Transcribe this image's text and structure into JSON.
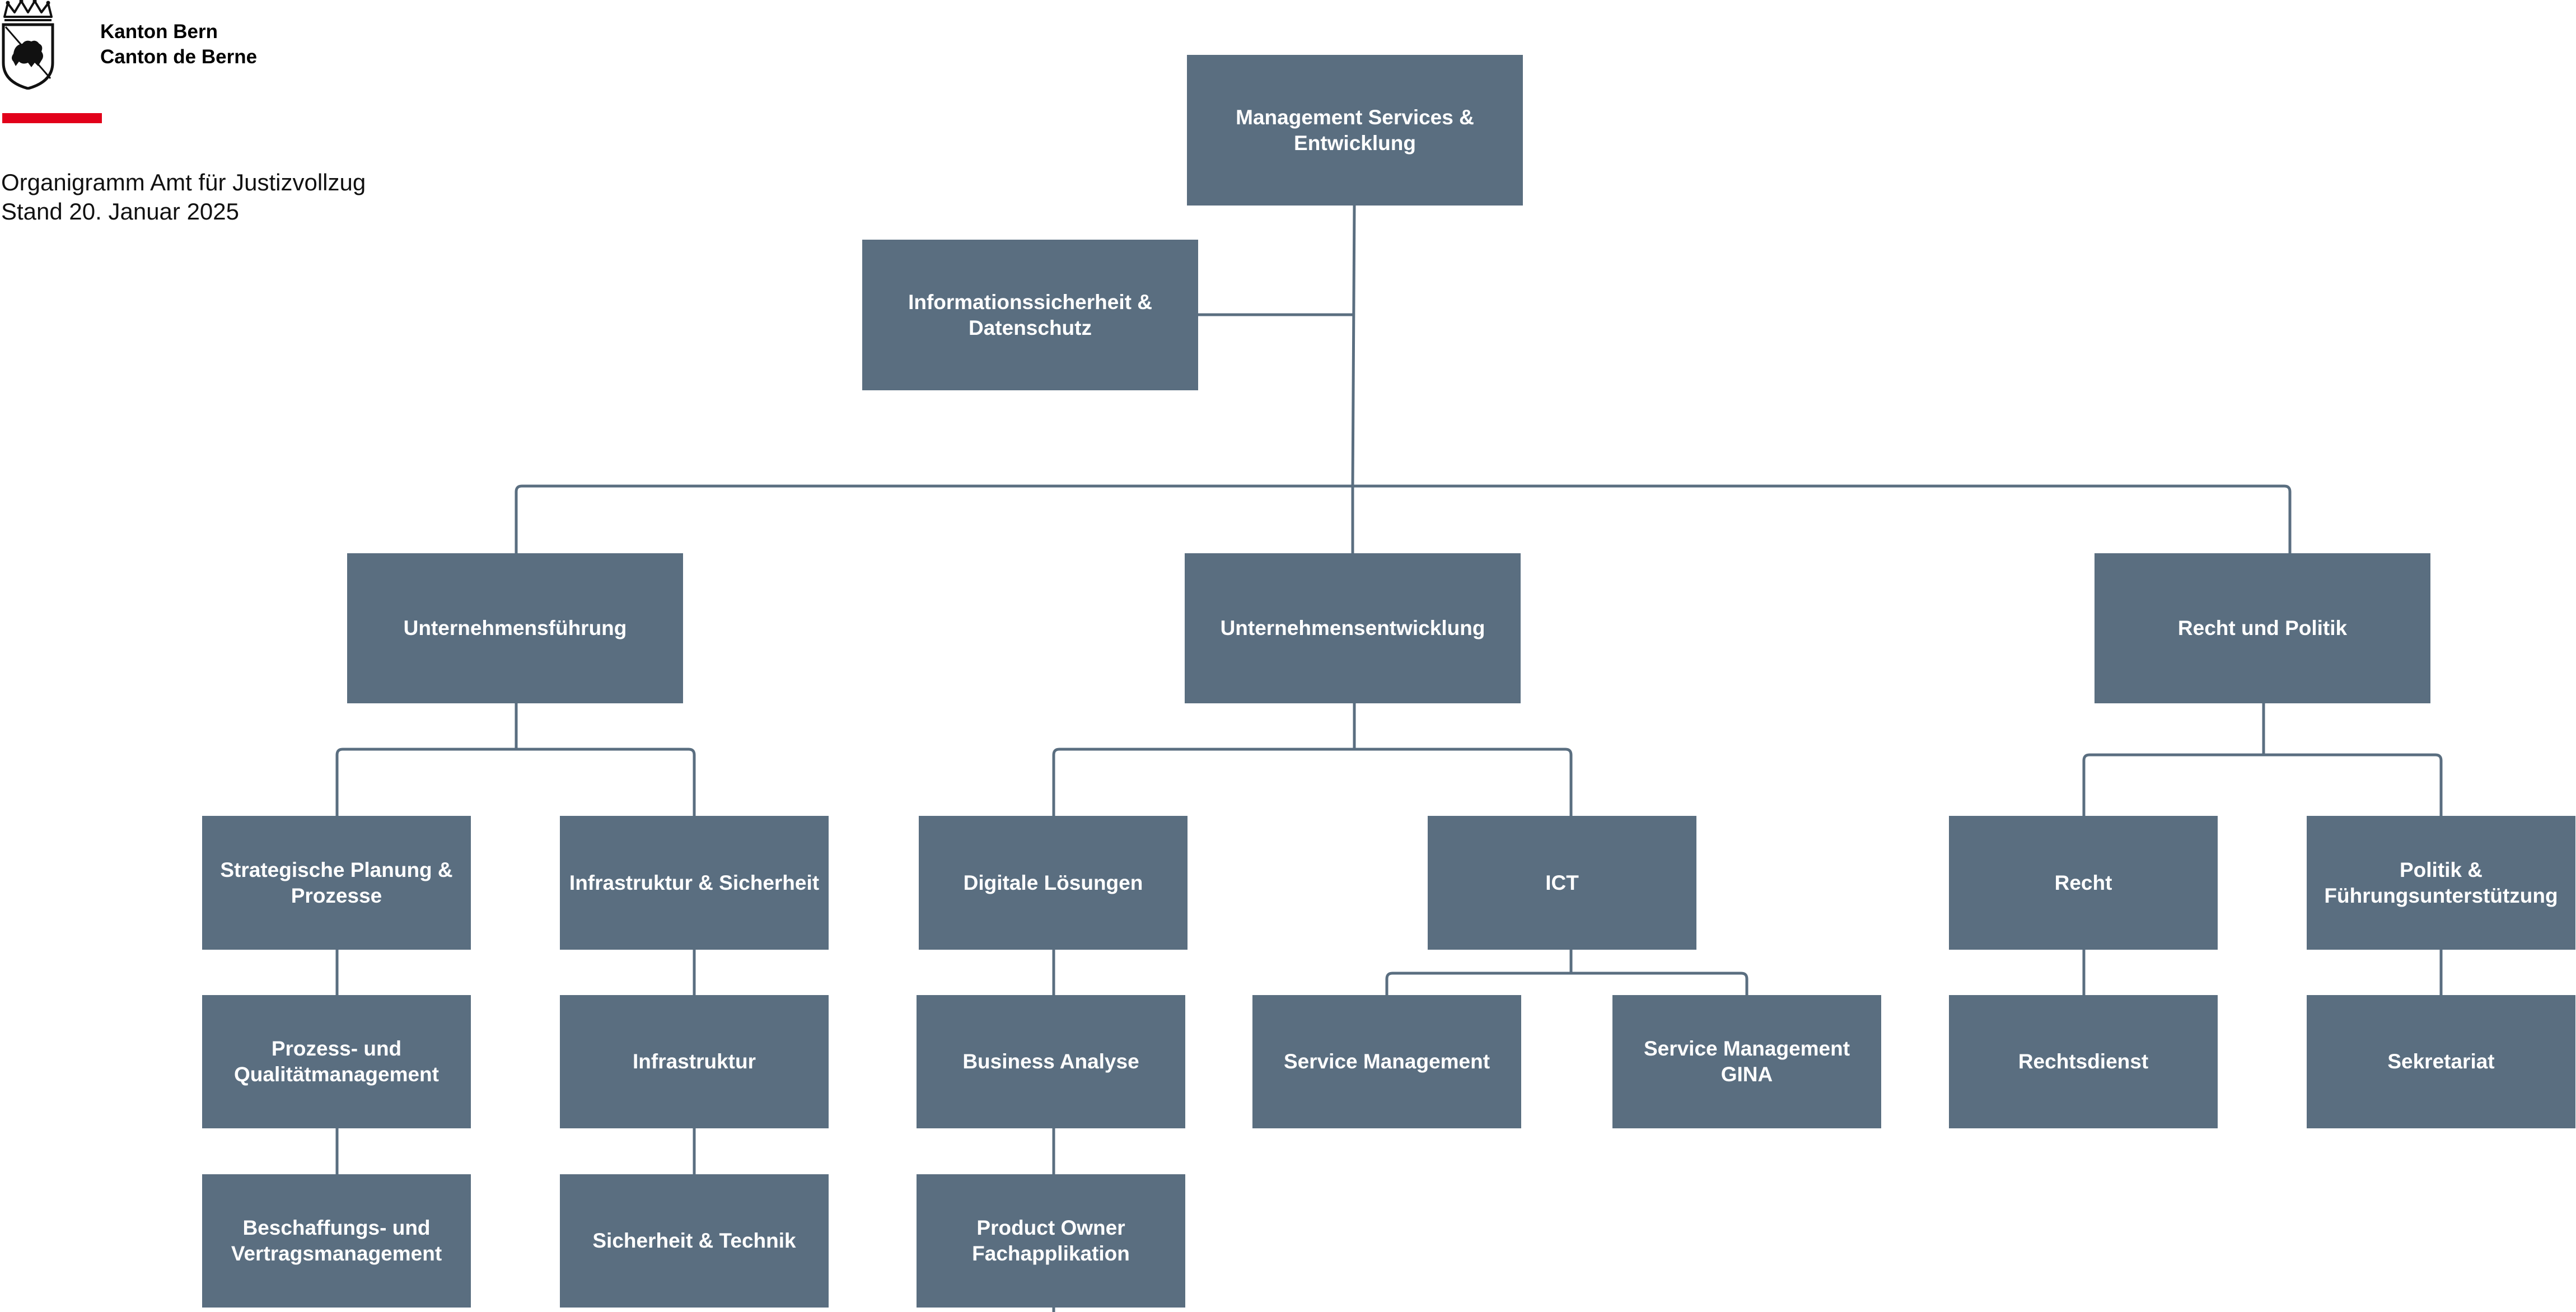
{
  "header": {
    "line1": "Kanton Bern",
    "line2": "Canton de Berne",
    "logo_icon": "bern-coat-of-arms-icon",
    "accent_color": "#e2001a"
  },
  "document": {
    "title": "Organigramm Amt für Justizvollzug",
    "date": "Stand 20. Januar 2025"
  },
  "colors": {
    "box": "#5a6e80",
    "box_text": "#ffffff",
    "connector": "#5a6e80"
  },
  "org": {
    "root": "Management Services & Entwicklung",
    "staff": "Informationssicherheit & Datenschutz",
    "unternehmensfuehrung": {
      "label": "Unternehmensführung",
      "strategie": "Strategische Planung & Prozesse",
      "qualitaet": "Prozess- und Qualitätmanagement",
      "beschaffung": "Beschaffungs- und Vertragsmanagement",
      "infra_sicherheit": "Infrastruktur & Sicherheit",
      "infrastruktur": "Infrastruktur",
      "sicherheit_technik": "Sicherheit & Technik"
    },
    "unternehmensentwicklung": {
      "label": "Unternehmensentwicklung",
      "digitale": "Digitale Lösungen",
      "business": "Business Analyse",
      "product_owner": "Product Owner Fachapplikation",
      "ict": "ICT",
      "service_mgmt": "Service Management",
      "service_mgmt_gina": "Service Management GINA"
    },
    "recht_politik": {
      "label": "Recht und Politik",
      "recht": "Recht",
      "rechtsdienst": "Rechtsdienst",
      "politik": "Politik & Führungsunterstützung",
      "sekretariat": "Sekretariat"
    }
  }
}
